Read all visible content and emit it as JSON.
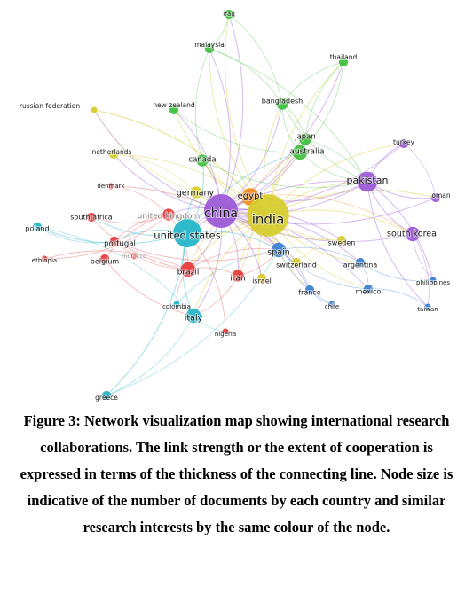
{
  "diagram": {
    "clusters": {
      "red": "#e8393a",
      "green": "#3cbf3c",
      "blue": "#3a7fd0",
      "yellow": "#d6cc2a",
      "purple": "#9a57d6",
      "cyan": "#1fb4c9",
      "orange": "#f08a1c"
    },
    "nodes": [
      {
        "id": "iraq",
        "label": "iraq",
        "cluster": "green",
        "size": 2
      },
      {
        "id": "malaysia",
        "label": "malaysia",
        "cluster": "green",
        "size": 2
      },
      {
        "id": "thailand",
        "label": "thailand",
        "cluster": "green",
        "size": 2
      },
      {
        "id": "russia",
        "label": "russian federation",
        "cluster": "yellow",
        "size": 1
      },
      {
        "id": "nz",
        "label": "new zealand",
        "cluster": "green",
        "size": 2
      },
      {
        "id": "bangladesh",
        "label": "bangladesh",
        "cluster": "green",
        "size": 3
      },
      {
        "id": "japan",
        "label": "japan",
        "cluster": "green",
        "size": 3
      },
      {
        "id": "turkey",
        "label": "turkey",
        "cluster": "purple",
        "size": 2
      },
      {
        "id": "netherlands",
        "label": "netherlands",
        "cluster": "yellow",
        "size": 2
      },
      {
        "id": "australia",
        "label": "australia",
        "cluster": "green",
        "size": 4
      },
      {
        "id": "canada",
        "label": "canada",
        "cluster": "green",
        "size": 3
      },
      {
        "id": "pakistan",
        "label": "pakistan",
        "cluster": "purple",
        "size": 6
      },
      {
        "id": "denmark",
        "label": "denmark",
        "cluster": "red",
        "size": 1
      },
      {
        "id": "oman",
        "label": "oman",
        "cluster": "purple",
        "size": 2
      },
      {
        "id": "germany",
        "label": "germany",
        "cluster": "yellow",
        "size": 3
      },
      {
        "id": "egypt",
        "label": "egypt",
        "cluster": "orange",
        "size": 5
      },
      {
        "id": "china",
        "label": "china",
        "cluster": "purple",
        "size": 11
      },
      {
        "id": "india",
        "label": "india",
        "cluster": "yellow",
        "size": 14
      },
      {
        "id": "southafrica",
        "label": "south africa",
        "cluster": "red",
        "size": 2
      },
      {
        "id": "uk",
        "label": "united kingdom",
        "cluster": "red",
        "size": 3
      },
      {
        "id": "poland",
        "label": "poland",
        "cluster": "cyan",
        "size": 2
      },
      {
        "id": "us",
        "label": "united states",
        "cluster": "cyan",
        "size": 9
      },
      {
        "id": "southkorea",
        "label": "south korea",
        "cluster": "purple",
        "size": 4
      },
      {
        "id": "portugal",
        "label": "portugal",
        "cluster": "red",
        "size": 2
      },
      {
        "id": "sweden",
        "label": "sweden",
        "cluster": "yellow",
        "size": 2
      },
      {
        "id": "ethiopia",
        "label": "ethiopia",
        "cluster": "red",
        "size": 1
      },
      {
        "id": "belgium",
        "label": "belgium",
        "cluster": "red",
        "size": 2
      },
      {
        "id": "morocco",
        "label": "morocco",
        "cluster": "red",
        "size": 1
      },
      {
        "id": "spain",
        "label": "spain",
        "cluster": "blue",
        "size": 4
      },
      {
        "id": "switzerland",
        "label": "switzerland",
        "cluster": "yellow",
        "size": 2
      },
      {
        "id": "argentina",
        "label": "argentina",
        "cluster": "blue",
        "size": 2
      },
      {
        "id": "brazil",
        "label": "brazil",
        "cluster": "red",
        "size": 4
      },
      {
        "id": "iran",
        "label": "iran",
        "cluster": "red",
        "size": 3
      },
      {
        "id": "israel",
        "label": "israel",
        "cluster": "yellow",
        "size": 2
      },
      {
        "id": "philippines",
        "label": "philippines",
        "cluster": "blue",
        "size": 1
      },
      {
        "id": "france",
        "label": "france",
        "cluster": "blue",
        "size": 2
      },
      {
        "id": "mexico",
        "label": "mexico",
        "cluster": "blue",
        "size": 2
      },
      {
        "id": "colombia",
        "label": "colombia",
        "cluster": "cyan",
        "size": 1
      },
      {
        "id": "chile",
        "label": "chile",
        "cluster": "blue",
        "size": 1
      },
      {
        "id": "taiwan",
        "label": "taiwan",
        "cluster": "blue",
        "size": 1
      },
      {
        "id": "italy",
        "label": "italy",
        "cluster": "cyan",
        "size": 4
      },
      {
        "id": "nigeria",
        "label": "nigeria",
        "cluster": "red",
        "size": 1
      },
      {
        "id": "greece",
        "label": "greece",
        "cluster": "cyan",
        "size": 2
      }
    ]
  },
  "caption": {
    "text": "Figure 3: Network visualization map showing international research collaborations. The link strength or the extent of cooperation is expressed in terms of the thickness of the connecting line. Node size is indicative of the number of documents by each country and similar research interests by the same colour of the node."
  }
}
